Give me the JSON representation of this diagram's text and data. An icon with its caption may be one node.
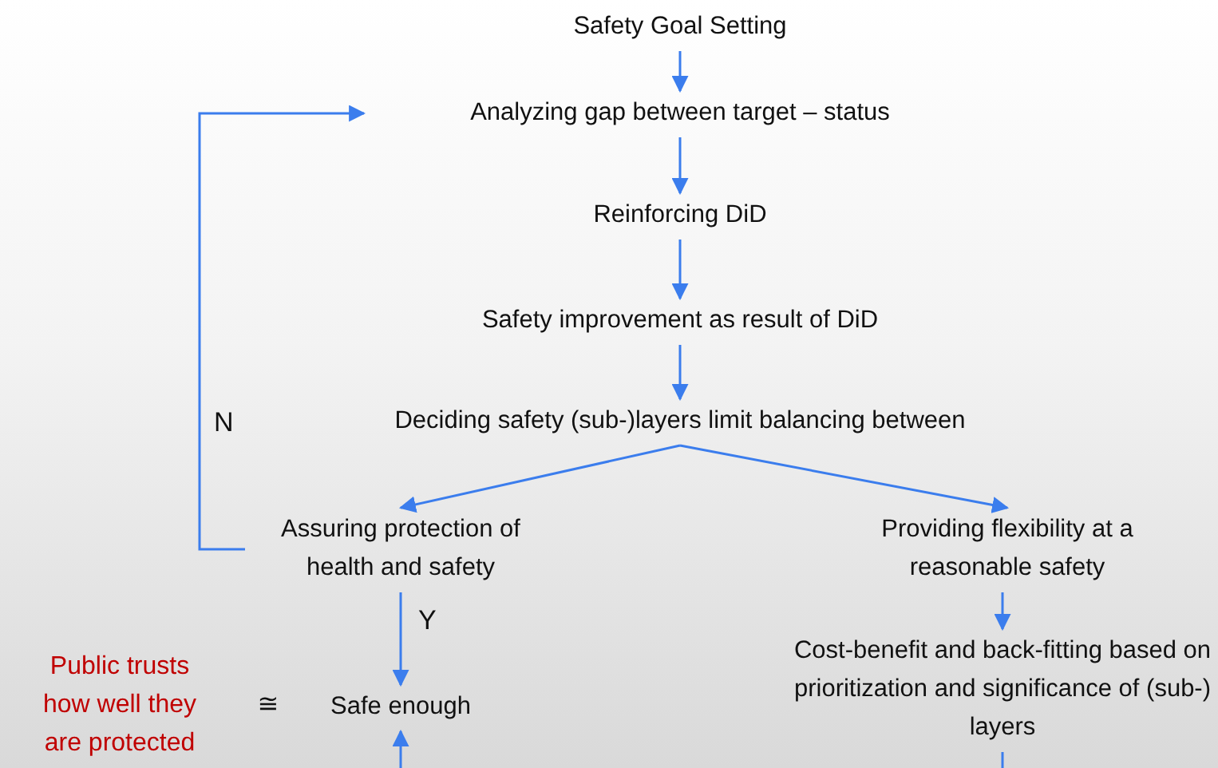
{
  "diagram": {
    "nodes": [
      {
        "text": [
          "Safety Goal Setting"
        ]
      },
      {
        "text": [
          "Analyzing gap between target – status"
        ]
      },
      {
        "text": [
          "Reinforcing DiD"
        ]
      },
      {
        "text": [
          "Safety improvement as result of DiD"
        ]
      },
      {
        "text": [
          "Deciding safety (sub-)layers limit balancing between"
        ]
      },
      {
        "text": [
          "Assuring protection of health and safety"
        ]
      },
      {
        "text": [
          "Providing flexibility at a reasonable safety"
        ]
      },
      {
        "text": [
          "Safe enough"
        ]
      },
      {
        "text": [
          "Cost-benefit and back-fitting based on prioritization and significance of (sub-) layers"
        ]
      }
    ],
    "edges": [
      {
        "from": 0,
        "to": 1,
        "arrow": "to"
      },
      {
        "from": 1,
        "to": 2,
        "arrow": "to"
      },
      {
        "from": 2,
        "to": 3,
        "arrow": "to"
      },
      {
        "from": 3,
        "to": 4,
        "arrow": "to"
      },
      {
        "from": 4,
        "to": 5,
        "arrow": "to"
      },
      {
        "from": 4,
        "to": 6,
        "arrow": "to"
      },
      {
        "from": 5,
        "to": 1,
        "arrow": "to",
        "label": "N"
      },
      {
        "from": 5,
        "to": 7,
        "arrow": "to",
        "label": "Y"
      },
      {
        "from": 6,
        "to": 8,
        "arrow": "to"
      },
      {
        "from": null,
        "to": 7,
        "arrow": "to"
      },
      {
        "from": 8,
        "to": null,
        "arrow": "none"
      }
    ],
    "labels": [
      "Public trusts how well they are protected",
      "≅"
    ]
  }
}
